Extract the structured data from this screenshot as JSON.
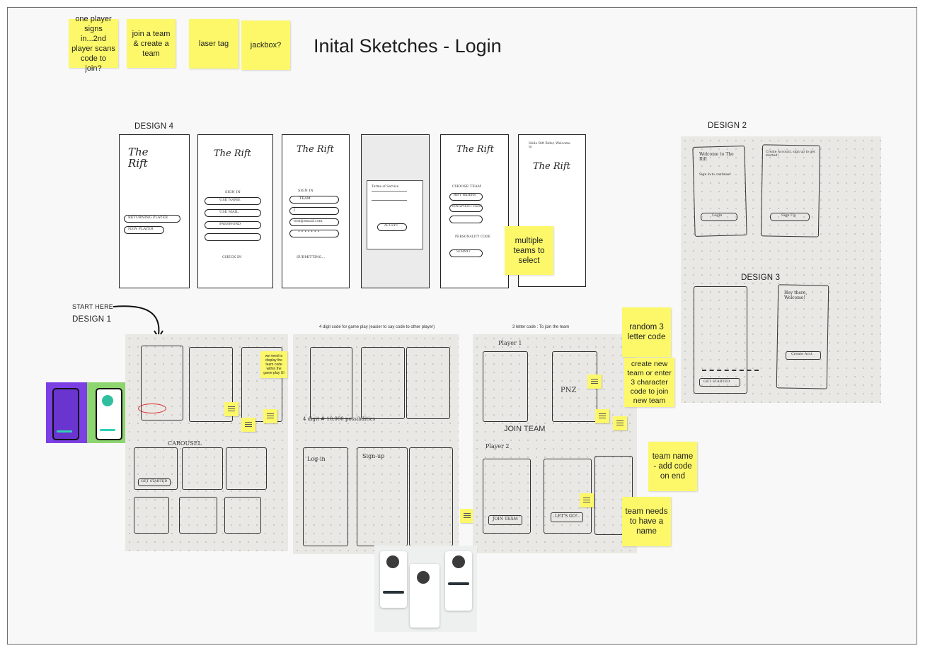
{
  "board": {
    "title": "Inital Sketches - Login"
  },
  "stickies": {
    "one_player": "one player signs in...2nd player scans code to join?",
    "join_team": "join a team & create a team",
    "laser_tag": "laser tag",
    "jackbox": "jackbox?",
    "multiple_teams": "multiple teams to select",
    "random_code": "random 3 letter code",
    "create_new_team": "create new team or enter 3 character code to join new team",
    "team_name": "team name - add code on end",
    "team_needs_name": "team needs to have a name",
    "display_code": "we need to display the team code within the game play UI"
  },
  "labels": {
    "design4": "DESIGN 4",
    "design2": "DESIGN 2",
    "design3": "DESIGN 3",
    "design1": "DESIGN 1",
    "start_here": "START HERE",
    "join_team": "JOIN TEAM",
    "caption_4digit": "4 digit code for game play (easier to say code to other player)",
    "caption_3letter": "3 letter code :  To join the team"
  },
  "design4_sketches": {
    "logo": "The Rift",
    "screen1_buttons": [
      "RETURNING PLAYER",
      "NEW PLAYER"
    ],
    "screen2_heading": "SIGN IN",
    "screen2_fields": [
      "USE NAME",
      "USE MAIL",
      "PASSWORD"
    ],
    "screen2_footer": "CHECK IN",
    "screen3_heading": "SIGN IN",
    "screen3_fields": [
      "TEAM",
      "J",
      "test@email.com",
      "• • • • • • •"
    ],
    "screen3_footer": "SUBMITTING...",
    "screen4_note": "Terms of Service",
    "screen4_button": "ACCEPT",
    "screen5_heading": "CHOOSE TEAM",
    "screen5_options": [
      "RIFT RIDERS",
      "PINGPOINT FANS"
    ],
    "screen5_label": "PERSONALITY CODE",
    "screen5_button": "SUBMIT",
    "screen6_note": "Hello Rift Rider, Welcome to"
  },
  "design2_sketches": {
    "left_title": "Welcome to The Rift",
    "left_sub": "Sign in to continue!",
    "left_button": "Login",
    "right_title": "Create Account, sign up to get started!",
    "right_button": "Sign Up"
  },
  "design3_sketches": {
    "right_title": "Hey there, Welcome!",
    "button": "GET STARTED",
    "right_button": "Create Acct"
  },
  "design1_sketches": {
    "carousel": "CAROUSEL",
    "get_started": "GET STARTED",
    "join_team_btn": "JOIN TEAM",
    "lets_go": "LET'S GO!",
    "player1": "Player 1",
    "player2": "Player 2",
    "code": "PNZ",
    "four_digit_note": "4 digit # 10,000 possibilities",
    "login": "Log-in",
    "signup": "Sign-up"
  },
  "colors": {
    "sticky": "#fcf86a",
    "board": "#f8f8f8",
    "border": "#6e6e6e",
    "paper": "#e9e8e4",
    "purple": "#7b3fe4",
    "green": "#8dd56f"
  }
}
